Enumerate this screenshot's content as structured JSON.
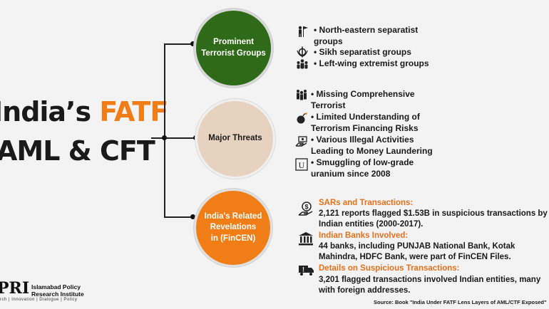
{
  "title": {
    "line1_part1": "India’s",
    "line1_part2": "FATF",
    "line2": "AML & CFT"
  },
  "nodes": {
    "groups": "Prominent\nTerrorist Groups",
    "threats": "Major Threats",
    "fincen": "India's Related\nRevelations\nin (FinCEN)"
  },
  "groups_list": [
    "North-eastern separatist\ngroups",
    "Sikh separatist groups",
    "Left-wing extremist groups"
  ],
  "threats_list": [
    "Missing Comprehensive\nTerrorist",
    "Limited Understanding of\nTerrorism Financing Risks",
    "Various Illegal Activities\nLeading to Money Laundering",
    "Smuggling of low-grade\nuranium since 2008"
  ],
  "fincen_sections": [
    {
      "heading": "SARs and Transactions:",
      "text": "2,121 reports flagged $1.53B in suspicious transactions by\nIndian entities (2000-2017)."
    },
    {
      "heading": "Indian Banks Involved:",
      "text": "44 banks, including PUNJAB National Bank, Kotak\nMahindra, HDFC Bank, were part of FinCEN Files."
    },
    {
      "heading": "Details on Suspicious Transactions:",
      "text": "3,201 flagged transactions involved Indian entities, many\nwith foreign addresses."
    }
  ],
  "logo": {
    "mark": "PRI",
    "name_line1": "Islamabad Policy",
    "name_line2": "Research Institute",
    "tagline": "rch | Innovation | Dialogue | Policy"
  },
  "source": "Source: Book \"India Under FATF Lens Layers of AML/CTF Exposed\"",
  "icons": {
    "groups": [
      "person-flag-icon",
      "khanda-icon",
      "crowd-icon"
    ],
    "threats": [
      "people-icon",
      "bomb-icon",
      "money-hand-icon",
      "uranium-icon"
    ],
    "fincen": [
      "money-hand-icon",
      "bank-icon",
      "warning-truck-icon"
    ]
  },
  "colors": {
    "green": "#2e6a17",
    "beige": "#e6d2bf",
    "orange": "#f07d16"
  }
}
